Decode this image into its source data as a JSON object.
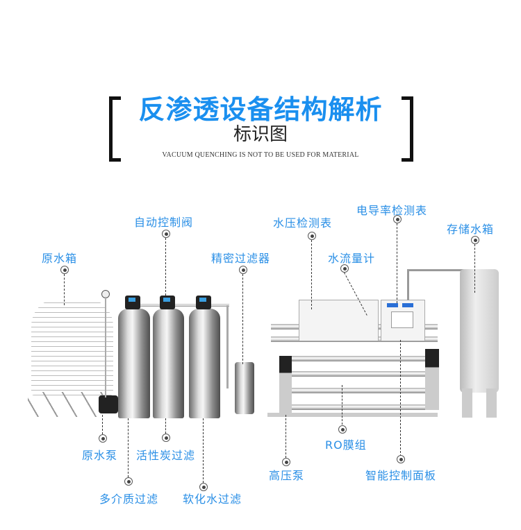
{
  "header": {
    "title": "反渗透设备结构解析",
    "subtitle": "标识图",
    "english_caption": "VACUUM QUENCHING IS NOT TO BE USED FOR MATERIAL"
  },
  "colors": {
    "accent_blue": "#1a8fef",
    "label_blue": "#2a8fe6",
    "bracket": "#111111"
  },
  "labels_top": [
    {
      "id": "raw-water-tank",
      "text": "原水箱"
    },
    {
      "id": "auto-control-valve",
      "text": "自动控制阀"
    },
    {
      "id": "precision-filter",
      "text": "精密过滤器"
    },
    {
      "id": "pressure-gauge",
      "text": "水压检测表"
    },
    {
      "id": "flow-meter",
      "text": "水流量计"
    },
    {
      "id": "conductivity-meter",
      "text": "电导率检测表"
    },
    {
      "id": "storage-tank",
      "text": "存储水箱"
    }
  ],
  "labels_bottom": [
    {
      "id": "raw-water-pump",
      "text": "原水泵"
    },
    {
      "id": "activated-carbon-filter",
      "text": "活性炭过滤"
    },
    {
      "id": "multimedia-filter",
      "text": "多介质过滤"
    },
    {
      "id": "softened-water-filter",
      "text": "软化水过滤"
    },
    {
      "id": "high-pressure-pump",
      "text": "高压泵"
    },
    {
      "id": "ro-membrane",
      "text": "RO膜组"
    },
    {
      "id": "smart-control-panel",
      "text": "智能控制面板"
    }
  ]
}
